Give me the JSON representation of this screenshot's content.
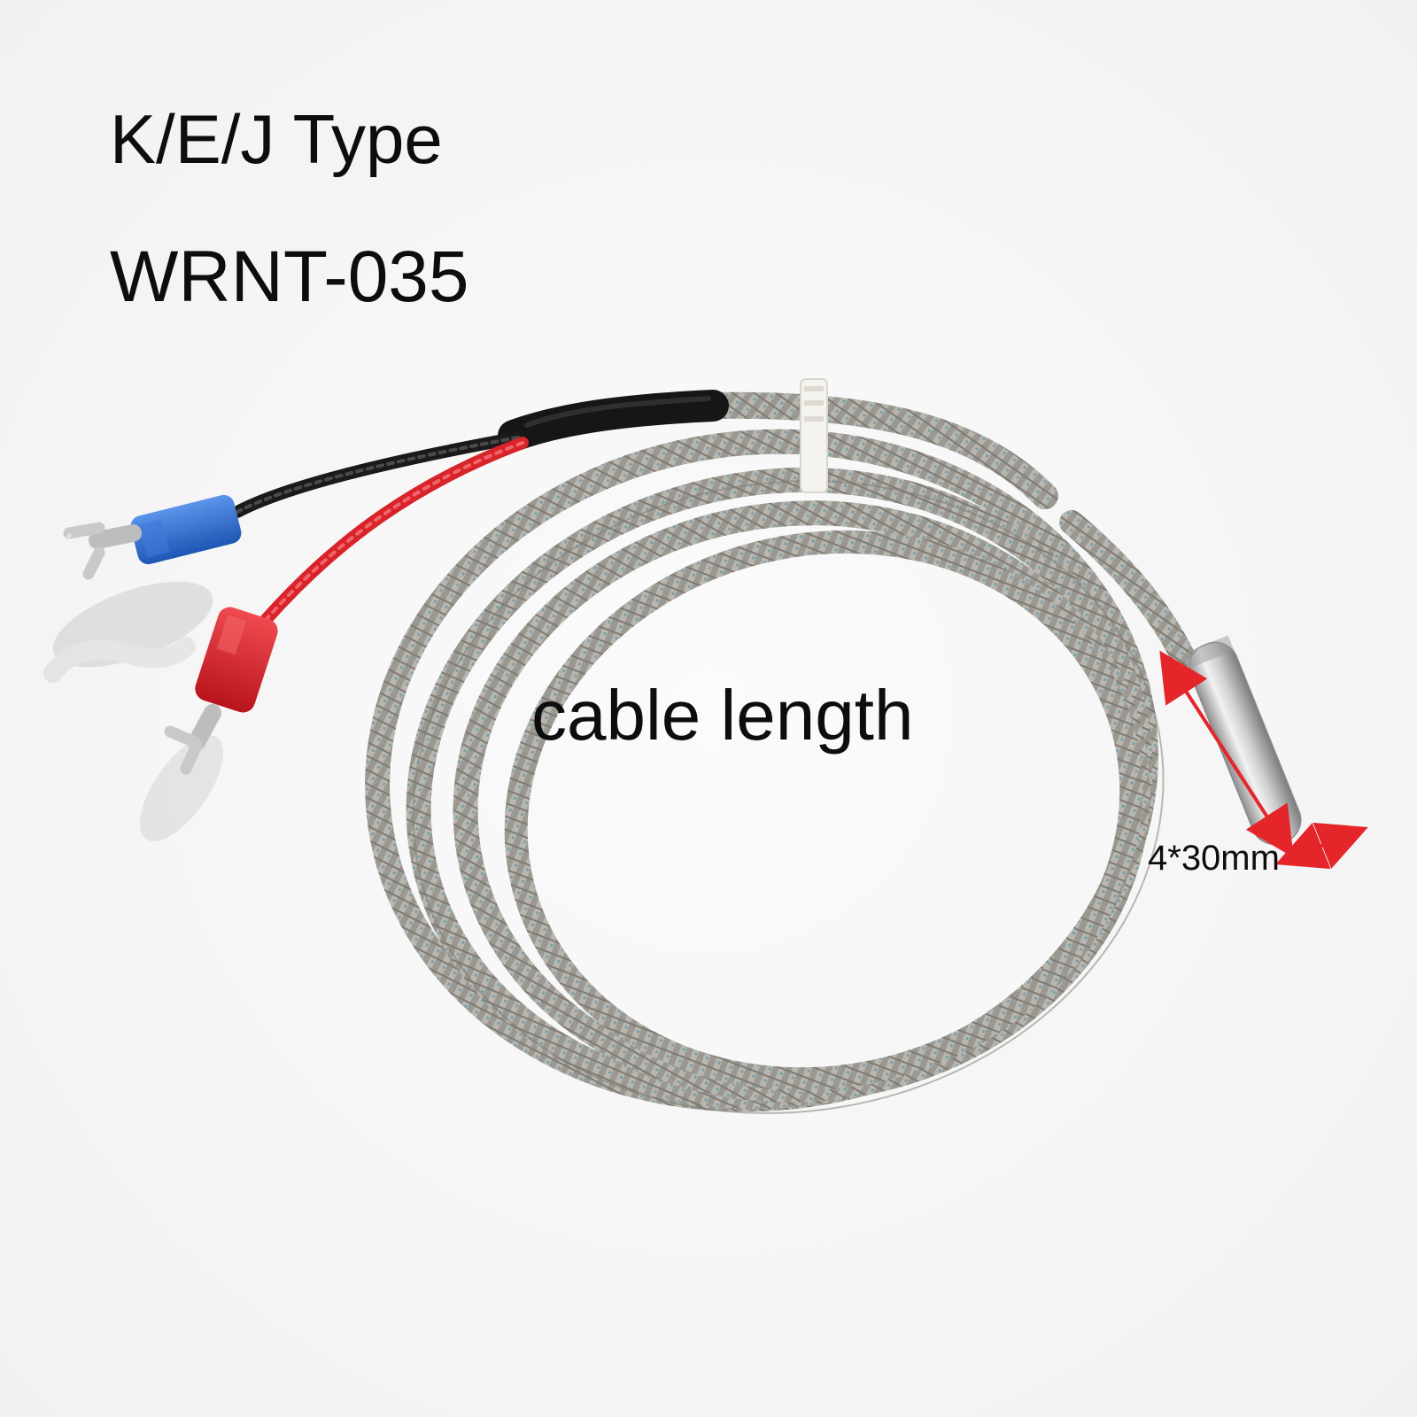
{
  "product": {
    "type_text": "K/E/J Type",
    "model_text": "WRNT-035",
    "cable_text": "cable length",
    "probe_dimension_text": "4*30mm"
  },
  "colors": {
    "background": "#ffffff",
    "braid_sheath": "#9a9890",
    "braid_fleck": "#3f8fb0",
    "red_lead": "#d9232a",
    "black_lead": "#1a1a1a",
    "blue_terminal": "#2f6fd0",
    "red_terminal": "#e0242c",
    "dimension_arrow": "#e4262a"
  },
  "icons": [
    "thermocouple-cable",
    "probe-tip",
    "fork-terminal",
    "cable-tie",
    "dimension-arrow"
  ]
}
